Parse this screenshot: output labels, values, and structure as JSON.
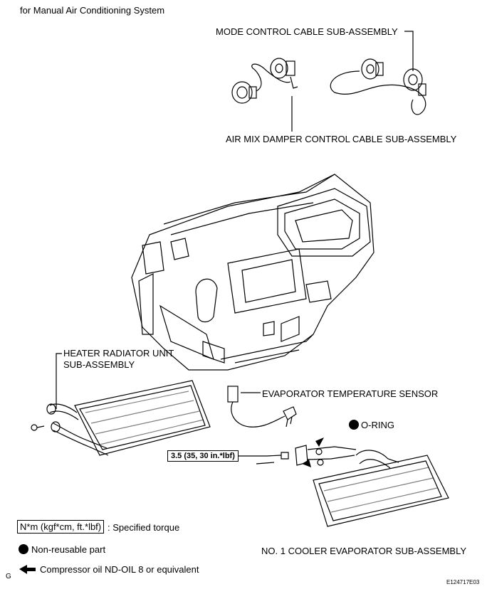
{
  "header": {
    "system": "for Manual Air Conditioning System"
  },
  "labels": {
    "mode_cable": "MODE CONTROL CABLE SUB-ASSEMBLY",
    "air_mix_cable": "AIR MIX DAMPER CONTROL CABLE SUB-ASSEMBLY",
    "heater_radiator_line1": "HEATER RADIATOR UNIT",
    "heater_radiator_line2": "SUB-ASSEMBLY",
    "evap_sensor": "EVAPORATOR TEMPERATURE SENSOR",
    "o_ring": "O-RING",
    "torque": "3.5 (35, 30 in.*lbf)",
    "cooler_evap": "NO. 1 COOLER EVAPORATOR SUB-ASSEMBLY"
  },
  "legend": {
    "torque_units": "N*m (kgf*cm, ft.*lbf)",
    "torque_text": ": Specified torque",
    "nonreusable_text": "Non-reusable part",
    "oil_text": "Compressor oil ND-OIL 8 or equivalent"
  },
  "footer": {
    "page_mark": "G",
    "figure_id": "E124717E03"
  },
  "icons": {
    "nonreusable": "filled-circle-icon",
    "oil": "left-arrow-icon"
  }
}
